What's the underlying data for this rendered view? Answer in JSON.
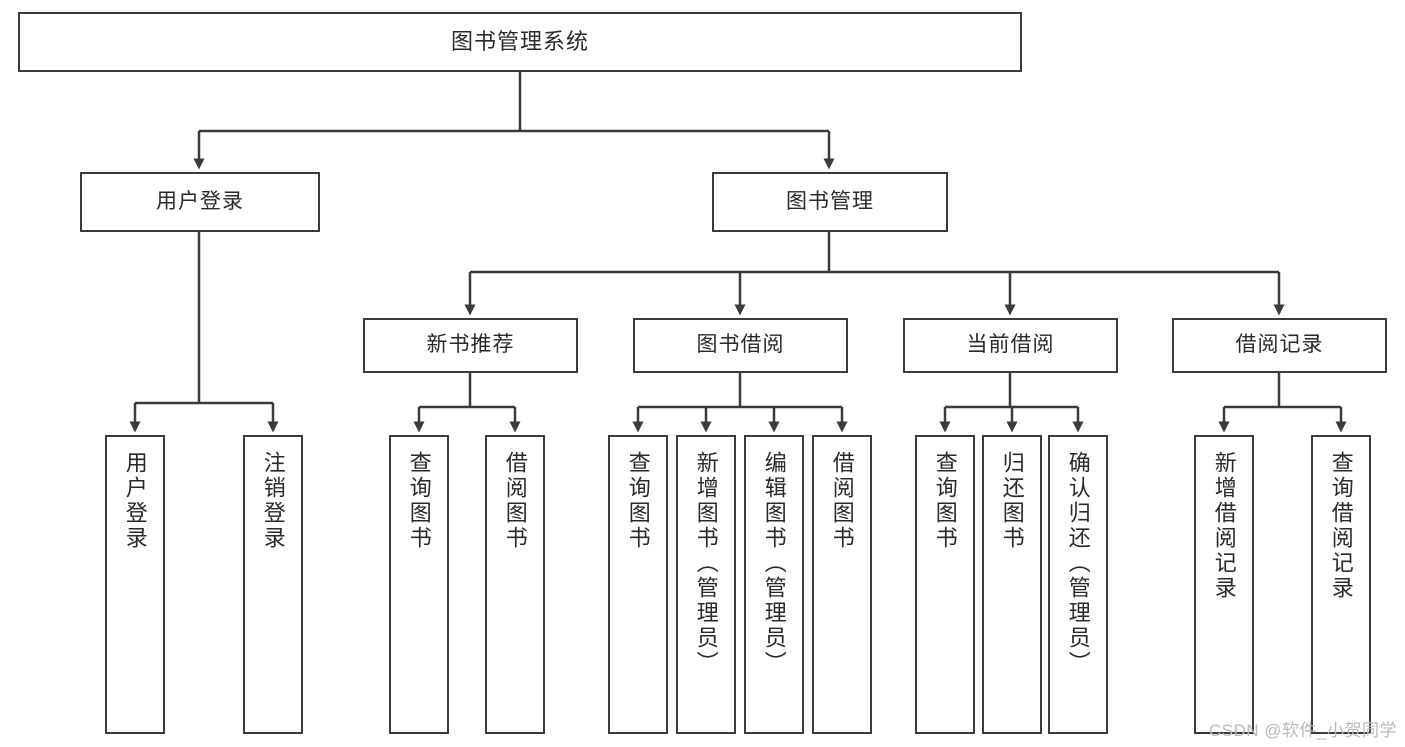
{
  "diagram": {
    "title": "图书管理系统",
    "type": "tree-structure-chart",
    "colors": {
      "background": "#ffffff",
      "node_border": "#3b3b3b",
      "node_fill": "#ffffff",
      "text": "#2a2a2a",
      "connector": "#3b3b3b",
      "watermark": "#b9b9b9"
    }
  },
  "nodes": {
    "root": {
      "label": "图书管理系统"
    },
    "level2": [
      {
        "label": "用户登录"
      },
      {
        "label": "图书管理"
      }
    ],
    "level3": [
      {
        "label": "新书推荐"
      },
      {
        "label": "图书借阅"
      },
      {
        "label": "当前借阅"
      },
      {
        "label": "借阅记录"
      }
    ],
    "leaves": {
      "user_login": [
        {
          "label": "用户登录"
        },
        {
          "label": "注销登录"
        }
      ],
      "new_book_recommend": [
        {
          "label": "查询图书"
        },
        {
          "label": "借阅图书"
        }
      ],
      "book_borrow": [
        {
          "label": "查询图书"
        },
        {
          "label": "新增图书（管理员）"
        },
        {
          "label": "编辑图书（管理员）"
        },
        {
          "label": "借阅图书"
        }
      ],
      "current_borrow": [
        {
          "label": "查询图书"
        },
        {
          "label": "归还图书"
        },
        {
          "label": "确认归还（管理员）"
        }
      ],
      "borrow_record": [
        {
          "label": "新增借阅记录"
        },
        {
          "label": "查询借阅记录"
        }
      ]
    }
  },
  "watermark": {
    "text": "CSDN @软件_小贺同学"
  }
}
